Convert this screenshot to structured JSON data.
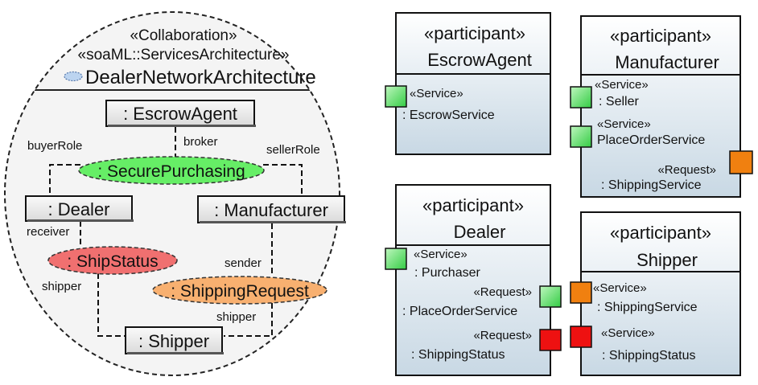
{
  "collaboration": {
    "stereotype1": "«Collaboration»",
    "stereotype2": "«soaML::ServicesArchitecture»",
    "name": "DealerNetworkArchitecture",
    "parts": {
      "escrow": ": EscrowAgent",
      "dealer": ": Dealer",
      "manufacturer": ": Manufacturer",
      "shipper": ": Shipper"
    },
    "uses": {
      "secure": ": SecurePurchasing",
      "shipstatus": ": ShipStatus",
      "shipreq": ": ShippingRequest"
    },
    "roles": {
      "broker": "broker",
      "buyer": "buyerRole",
      "seller": "sellerRole",
      "receiver": "receiver",
      "sender": "sender",
      "shipper_left": "shipper",
      "shipper_right": "shipper"
    }
  },
  "participants": {
    "escrow": {
      "stereotype": "«participant»",
      "name": "EscrowAgent",
      "ports": [
        {
          "kind": "«Service»",
          "name": ": EscrowService"
        }
      ]
    },
    "manufacturer": {
      "stereotype": "«participant»",
      "name": "Manufacturer",
      "ports": [
        {
          "kind": "«Service»",
          "name": ": Seller"
        },
        {
          "kind": "«Service»",
          "name": "PlaceOrderService"
        },
        {
          "kind": "«Request»",
          "name": ": ShippingService"
        }
      ]
    },
    "dealer": {
      "stereotype": "«participant»",
      "name": "Dealer",
      "ports": [
        {
          "kind": "«Service»",
          "name": ": Purchaser"
        },
        {
          "kind": "«Request»",
          "name": ": PlaceOrderService"
        },
        {
          "kind": "«Request»",
          "name": ": ShippingStatus"
        }
      ]
    },
    "shipper": {
      "stereotype": "«participant»",
      "name": "Shipper",
      "ports": [
        {
          "kind": "«Service»",
          "name": ": ShippingService"
        },
        {
          "kind": "«Service»",
          "name": ": ShippingStatus"
        }
      ]
    }
  },
  "colors": {
    "service_port": "#44dd44",
    "request_port_orange": "#f08010",
    "request_port_red": "#ee1111",
    "secure_fill": "#66ee66",
    "shipstatus_fill": "#f07070",
    "shipreq_fill": "#f8b070",
    "participant_fill_top": "#ffffff",
    "participant_fill_bottom": "#c8d8e4",
    "part_fill": "#e6e6e6",
    "collab_fill": "#f4f4f4"
  }
}
